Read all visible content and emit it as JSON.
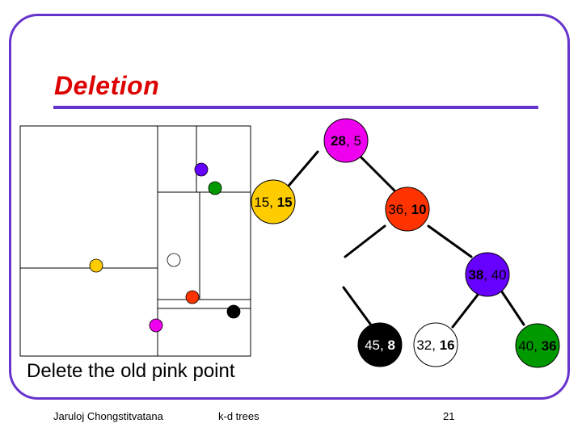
{
  "slide": {
    "title": "Deletion",
    "caption": "Delete the old pink point",
    "footer": {
      "author": "Jaruloj Chongstitvatana",
      "topic": "k-d trees",
      "page_number": "21"
    }
  },
  "tree": {
    "nodes": [
      {
        "id": "n-28-5",
        "first": "28",
        "sep": ", ",
        "second": "5",
        "bold": "first",
        "fill": "#ee00ee",
        "text_color": "#000000"
      },
      {
        "id": "n-15-15",
        "first": "15",
        "sep": ", ",
        "second": "15",
        "bold": "second",
        "fill": "#ffcc00",
        "text_color": "#000000"
      },
      {
        "id": "n-36-10",
        "first": "36",
        "sep": ", ",
        "second": "10",
        "bold": "second",
        "fill": "#ff3300",
        "text_color": "#000000"
      },
      {
        "id": "n-38-40",
        "first": "38",
        "sep": ", ",
        "second": "40",
        "bold": "first",
        "fill": "#6600ff",
        "text_color": "#000000"
      },
      {
        "id": "n-45-8",
        "first": "45",
        "sep": ", ",
        "second": "8",
        "bold": "second",
        "fill": "#000000",
        "text_color": "#ffffff"
      },
      {
        "id": "n-32-16",
        "first": "32",
        "sep": ", ",
        "second": "16",
        "bold": "second",
        "fill": "#ffffff",
        "text_color": "#000000"
      },
      {
        "id": "n-40-36",
        "first": "40",
        "sep": ", ",
        "second": "36",
        "bold": "second",
        "fill": "#009900",
        "text_color": "#000000"
      }
    ]
  },
  "plane": {
    "points": [
      {
        "id": "pt-purple",
        "fill": "#6600ff"
      },
      {
        "id": "pt-green",
        "fill": "#009900"
      },
      {
        "id": "pt-yellow",
        "fill": "#ffcc00"
      },
      {
        "id": "pt-white",
        "fill": "#ffffff"
      },
      {
        "id": "pt-red",
        "fill": "#ff3300"
      },
      {
        "id": "pt-black",
        "fill": "#000000"
      },
      {
        "id": "pt-pink",
        "fill": "#ee00ee"
      }
    ]
  },
  "colors": {
    "frame": "#6633cc",
    "title": "#dd0000"
  }
}
